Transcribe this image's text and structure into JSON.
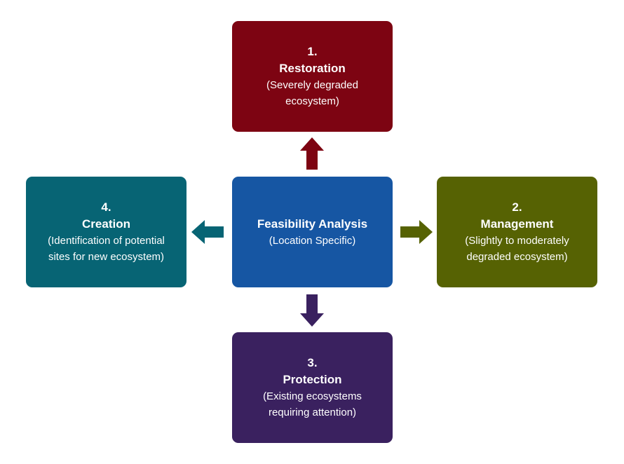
{
  "colors": {
    "restoration": "#7d0412",
    "center": "#1656a3",
    "management": "#566203",
    "protection": "#3a215f",
    "creation": "#076474"
  },
  "center": {
    "title": "Feasibility Analysis",
    "desc": "(Location Specific)"
  },
  "restoration": {
    "num": "1.",
    "title": "Restoration",
    "desc_line1": "(Severely degraded",
    "desc_line2": "ecosystem)"
  },
  "management": {
    "num": "2.",
    "title": "Management",
    "desc_line1": "(Slightly to moderately",
    "desc_line2": "degraded ecosystem)"
  },
  "protection": {
    "num": "3.",
    "title": "Protection",
    "desc_line1": "(Existing ecosystems",
    "desc_line2": "requiring attention)"
  },
  "creation": {
    "num": "4.",
    "title": "Creation",
    "desc_line1": "(Identification of potential",
    "desc_line2": "sites for new ecosystem)"
  }
}
